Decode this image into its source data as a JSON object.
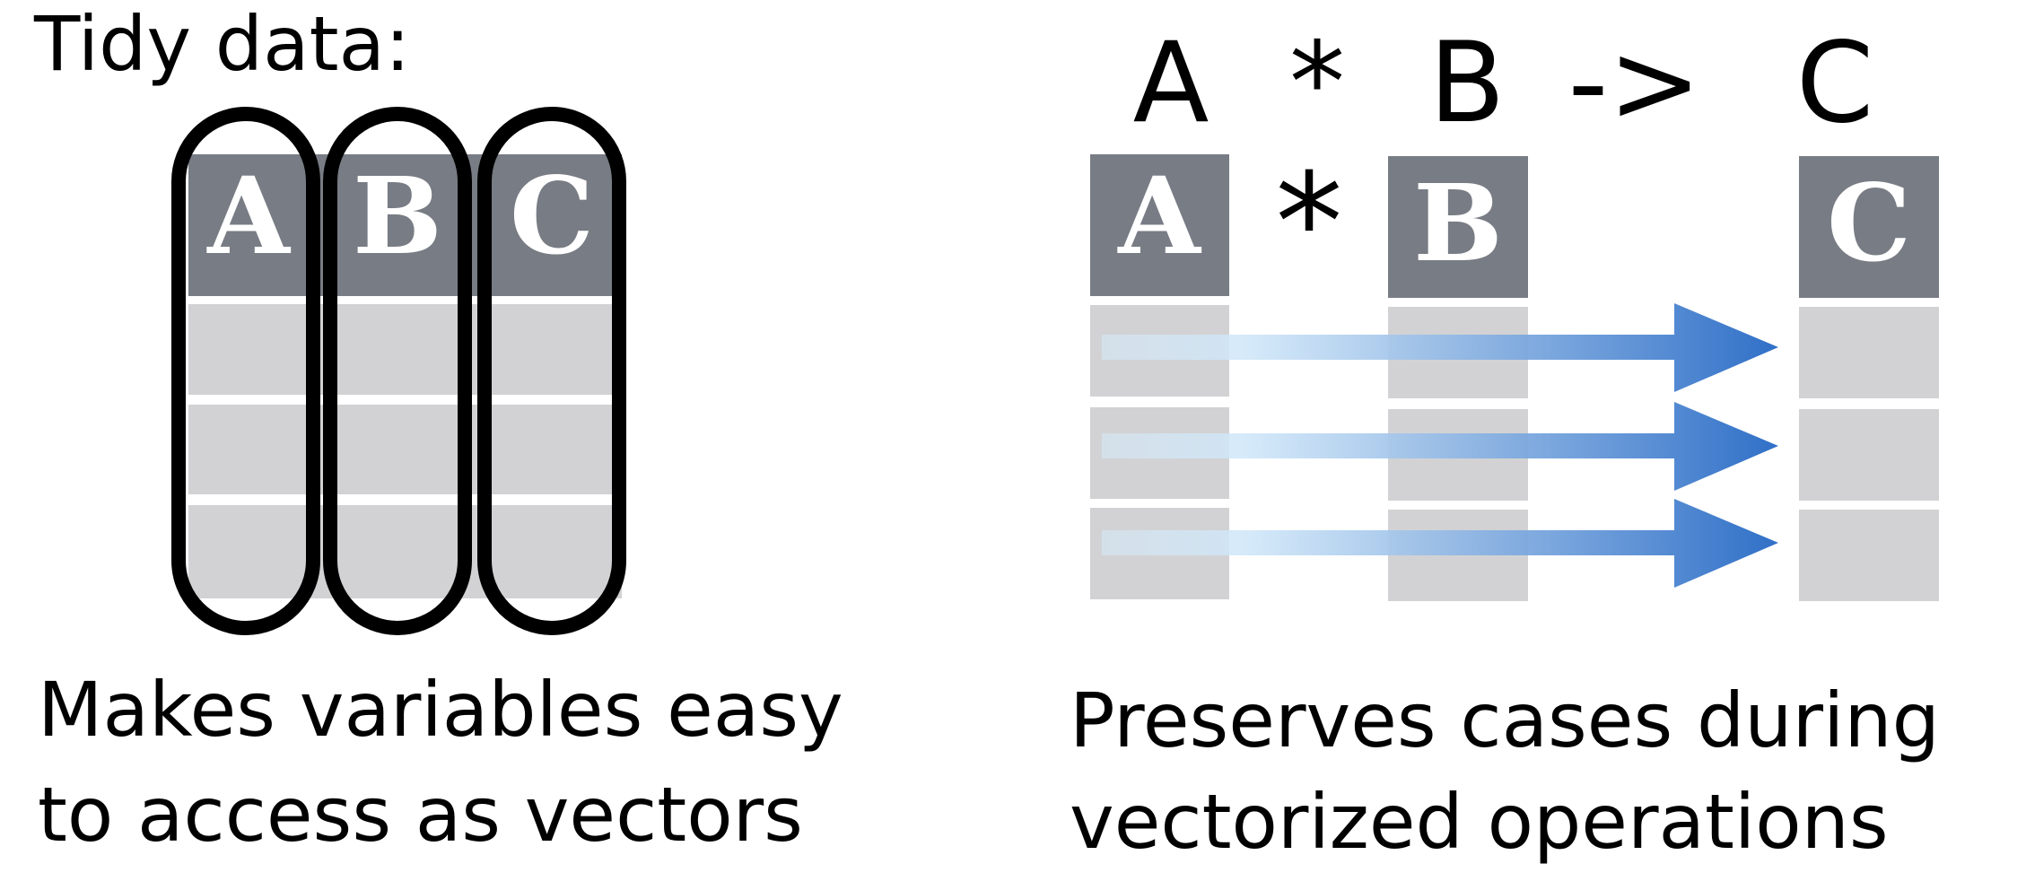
{
  "left_panel": {
    "title": "Tidy data:",
    "columns": [
      {
        "name": "column-a",
        "header": "A"
      },
      {
        "name": "column-b",
        "header": "B"
      },
      {
        "name": "column-c",
        "header": "C"
      }
    ],
    "row_count": 3,
    "caption_line1": "Makes variables easy",
    "caption_line2": "to access as vectors"
  },
  "right_panel": {
    "formula": {
      "operand1": "A",
      "operator": "*",
      "operand2": "B",
      "arrow": "->",
      "result": "C"
    },
    "columns": [
      {
        "name": "column-a",
        "header": "A"
      },
      {
        "name": "column-b",
        "header": "B"
      },
      {
        "name": "column-c",
        "header": "C"
      }
    ],
    "operator_symbol": "*",
    "row_count": 3,
    "caption_line1": "Preserves cases during",
    "caption_line2": "vectorized operations"
  },
  "colors": {
    "header_fill": "#787c84",
    "cell_fill": "#d2d2d4",
    "outline": "#000000",
    "arrow_start": "#d6ebfa",
    "arrow_end": "#2f6fc7",
    "text": "#000000"
  }
}
